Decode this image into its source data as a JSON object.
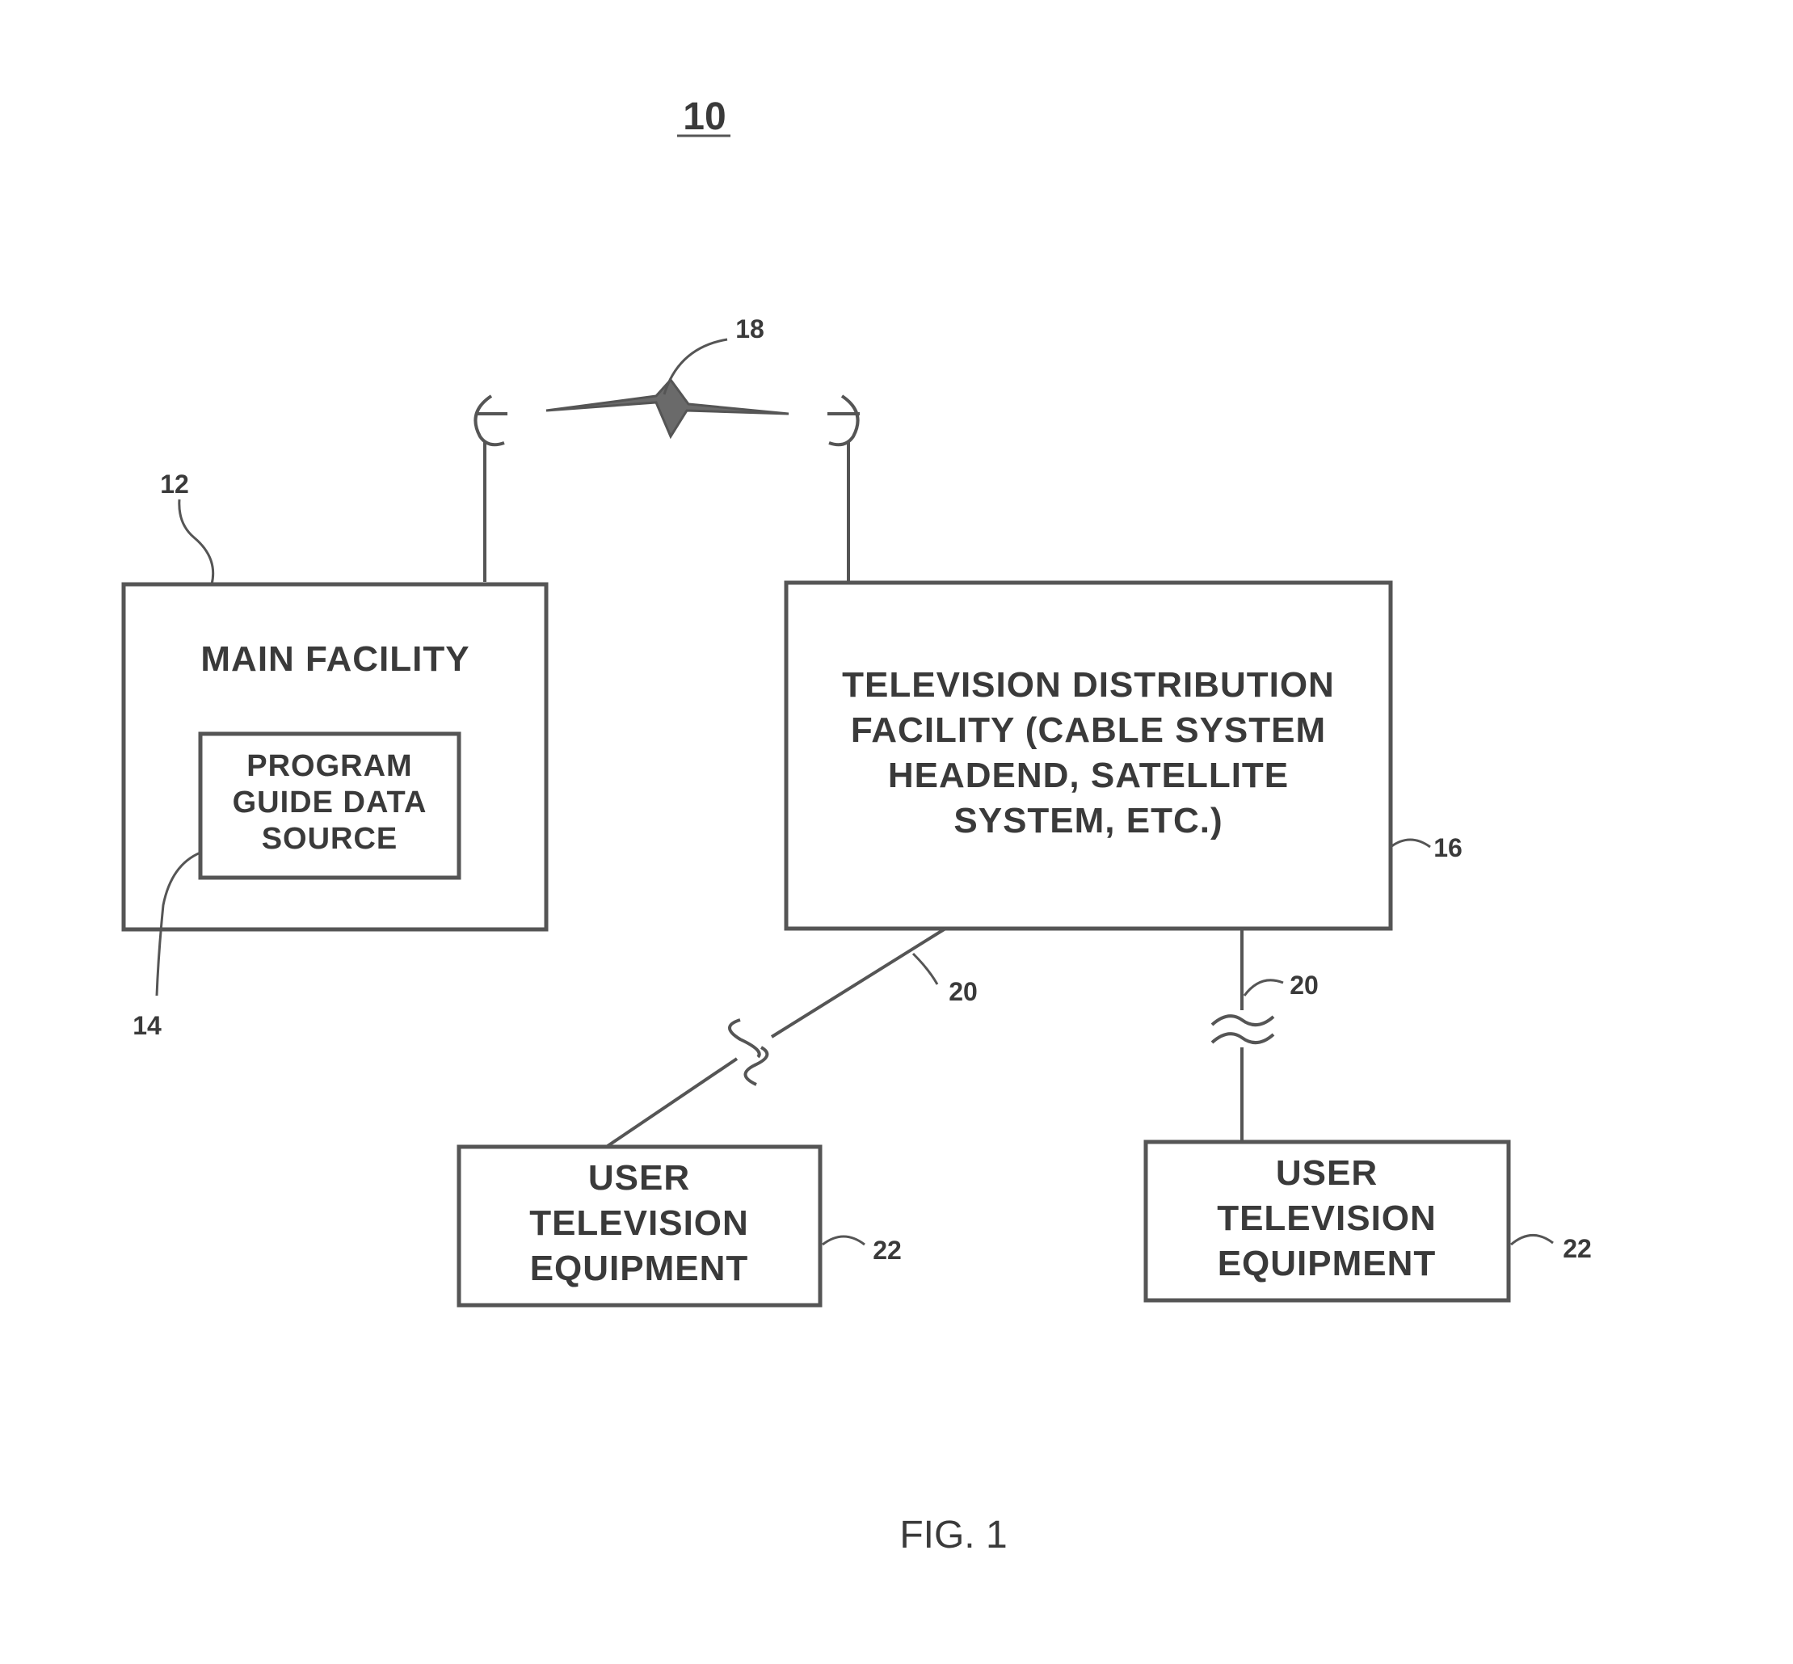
{
  "figure_number": "10",
  "figure_caption": "FIG. 1",
  "main_facility": {
    "ref": "12",
    "label": "MAIN FACILITY",
    "data_source": {
      "ref": "14",
      "lines": [
        "PROGRAM",
        "GUIDE DATA",
        "SOURCE"
      ]
    }
  },
  "distribution_facility": {
    "ref": "16",
    "lines": [
      "TELEVISION DISTRIBUTION",
      "FACILITY (CABLE SYSTEM",
      "HEADEND, SATELLITE",
      "SYSTEM, ETC.)"
    ]
  },
  "wireless_link": {
    "ref": "18"
  },
  "links": [
    {
      "ref": "20"
    },
    {
      "ref": "20"
    }
  ],
  "user_equipment": [
    {
      "ref": "22",
      "lines": [
        "USER",
        "TELEVISION",
        "EQUIPMENT"
      ]
    },
    {
      "ref": "22",
      "lines": [
        "USER",
        "TELEVISION",
        "EQUIPMENT"
      ]
    }
  ]
}
